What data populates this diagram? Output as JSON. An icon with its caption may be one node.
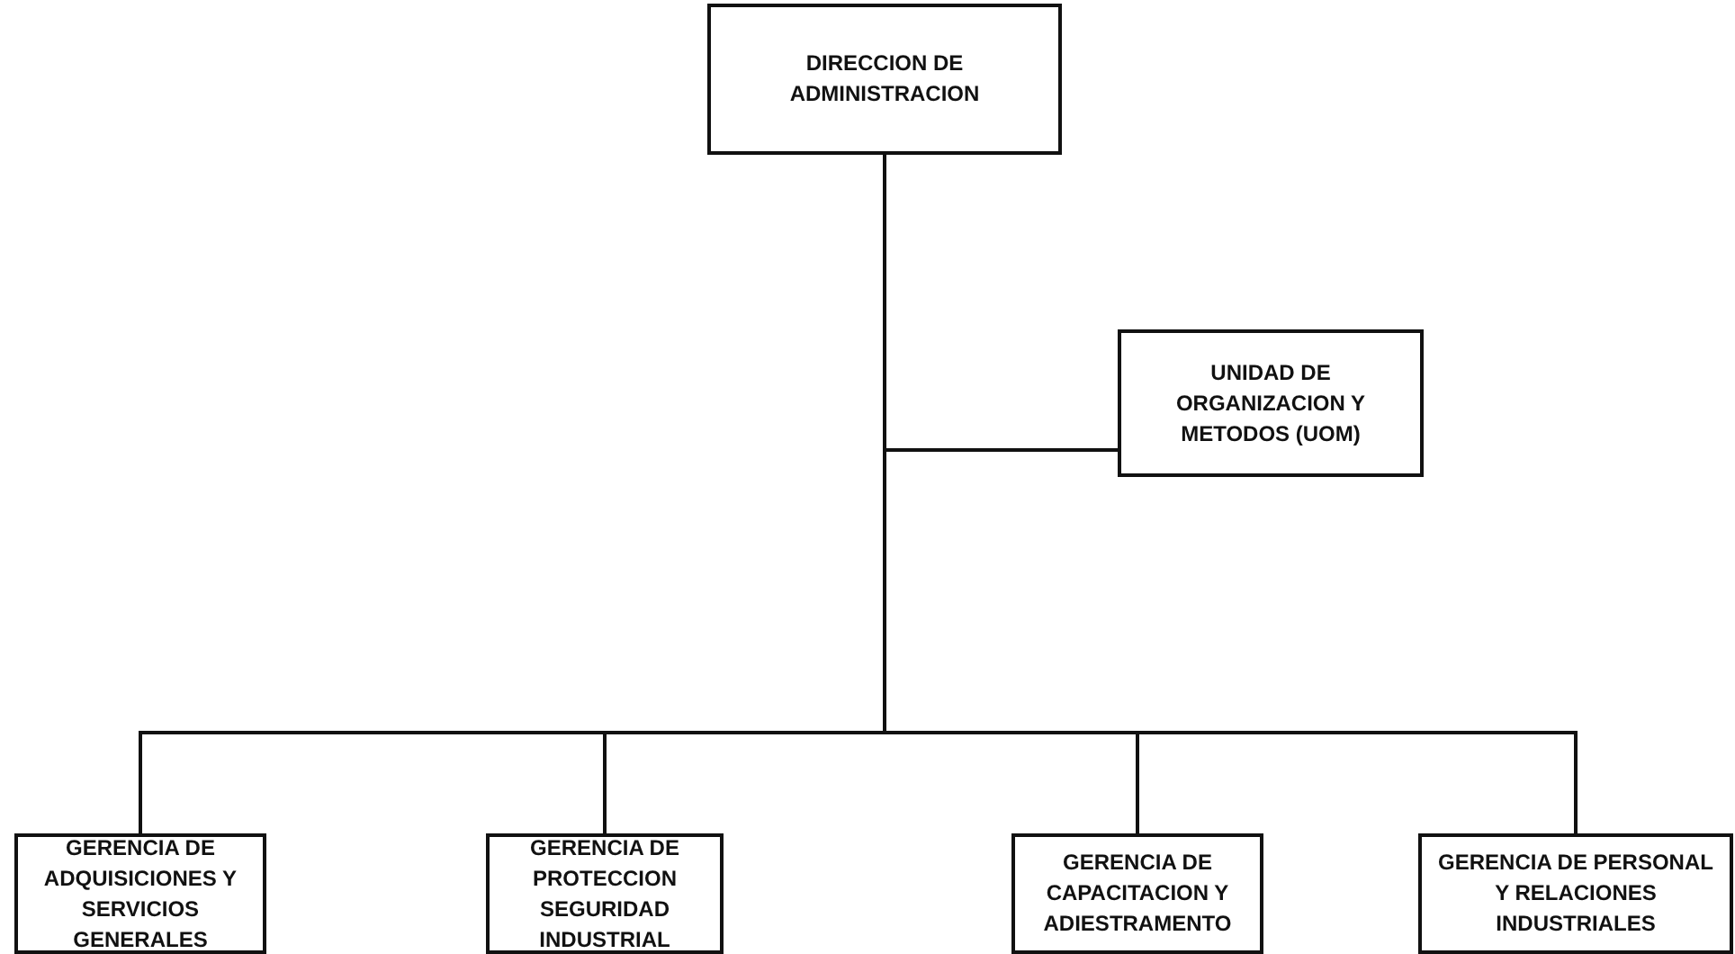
{
  "diagram": {
    "nodes": [
      {
        "text": [
          "DIRECCION DE ADMINISTRACION"
        ]
      },
      {
        "text": [
          "UNIDAD DE ORGANIZACION Y METODOS (UOM)"
        ]
      },
      {
        "text": [
          "GERENCIA DE ADQUISICIONES Y SERVICIOS GENERALES"
        ]
      },
      {
        "text": [
          "GERENCIA DE PROTECCION SEGURIDAD INDUSTRIAL"
        ]
      },
      {
        "text": [
          "GERENCIA DE CAPACITACION Y ADIESTRAMENTO"
        ]
      },
      {
        "text": [
          "GERENCIA DE PERSONAL Y RELACIONES INDUSTRIALES"
        ]
      }
    ],
    "edges": [
      {
        "from": 0,
        "to": 1,
        "arrow": "none"
      },
      {
        "from": 0,
        "to": 2,
        "arrow": "none"
      },
      {
        "from": 0,
        "to": 3,
        "arrow": "none"
      },
      {
        "from": 0,
        "to": 4,
        "arrow": "none"
      },
      {
        "from": 0,
        "to": 5,
        "arrow": "none"
      }
    ]
  }
}
